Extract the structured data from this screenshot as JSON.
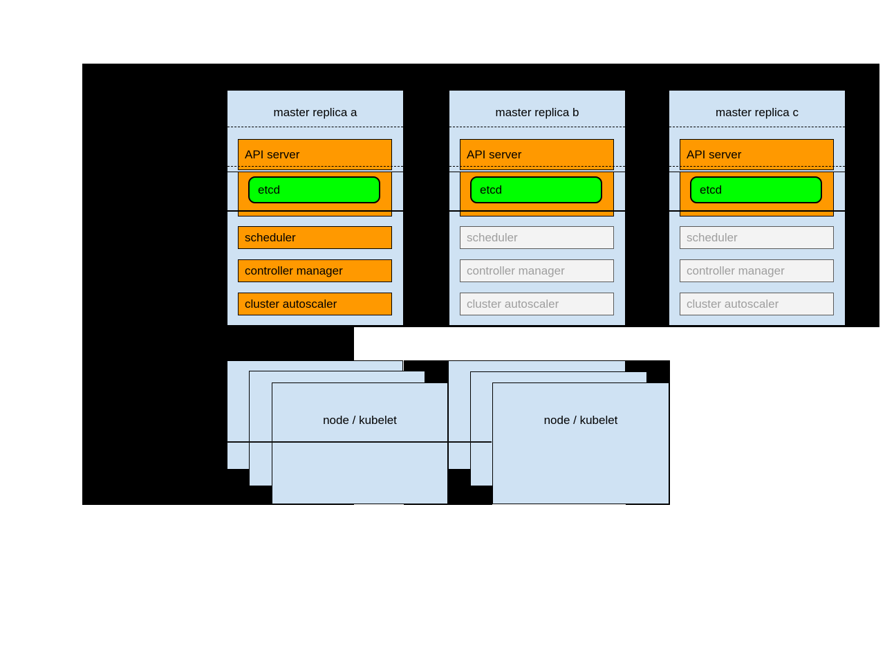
{
  "colors": {
    "background_black": "#000000",
    "panel_blue": "#cfe2f3",
    "active_orange": "#ff9900",
    "etcd_green": "#00ff00",
    "inactive_fill": "#f3f3f3",
    "inactive_border": "#595959",
    "inactive_text": "#9e9e9e"
  },
  "masters": [
    {
      "title": "master replica a",
      "api_server": "API server",
      "etcd": "etcd",
      "components": [
        {
          "label": "scheduler",
          "state": "active"
        },
        {
          "label": "controller manager",
          "state": "active"
        },
        {
          "label": "cluster autoscaler",
          "state": "active"
        }
      ]
    },
    {
      "title": "master replica b",
      "api_server": "API server",
      "etcd": "etcd",
      "components": [
        {
          "label": "scheduler",
          "state": "inactive"
        },
        {
          "label": "controller manager",
          "state": "inactive"
        },
        {
          "label": "cluster autoscaler",
          "state": "inactive"
        }
      ]
    },
    {
      "title": "master replica c",
      "api_server": "API server",
      "etcd": "etcd",
      "components": [
        {
          "label": "scheduler",
          "state": "inactive"
        },
        {
          "label": "controller manager",
          "state": "inactive"
        },
        {
          "label": "cluster autoscaler",
          "state": "inactive"
        }
      ]
    }
  ],
  "node_groups": [
    {
      "label": "node / kubelet"
    },
    {
      "label": "node / kubelet"
    }
  ]
}
